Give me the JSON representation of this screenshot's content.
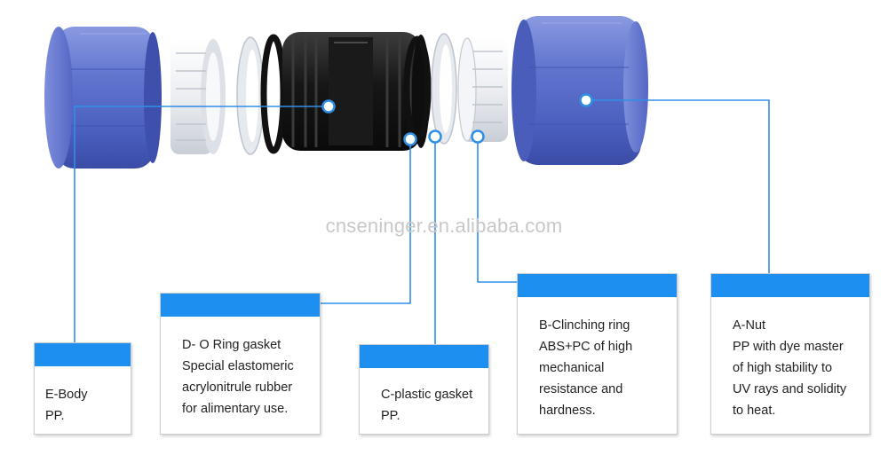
{
  "watermark": "cnseninger.en.alibaba.com",
  "colors": {
    "nut_blue": "#5b6fc9",
    "body_black": "#1a1a1a",
    "ring_white": "#eef0f3",
    "label_band": "#1d8ff0",
    "leader_line": "#2f8fe6"
  },
  "labels": [
    {
      "id": "e-body",
      "lines": [
        "E-Body",
        "PP."
      ]
    },
    {
      "id": "d-oring",
      "lines": [
        "D- O Ring gasket",
        "Special elastomeric",
        "acrylonitrule rubber",
        "for alimentary use."
      ]
    },
    {
      "id": "c-plastic-gasket",
      "lines": [
        "C-plastic gasket",
        "PP."
      ]
    },
    {
      "id": "b-clinching-ring",
      "lines": [
        "B-Clinching ring",
        "ABS+PC of high",
        "mechanical",
        "resistance and",
        "hardness."
      ]
    },
    {
      "id": "a-nut",
      "lines": [
        "A-Nut",
        "PP with dye master",
        "of high stability to",
        "UV rays and solidity",
        "to heat."
      ]
    }
  ]
}
